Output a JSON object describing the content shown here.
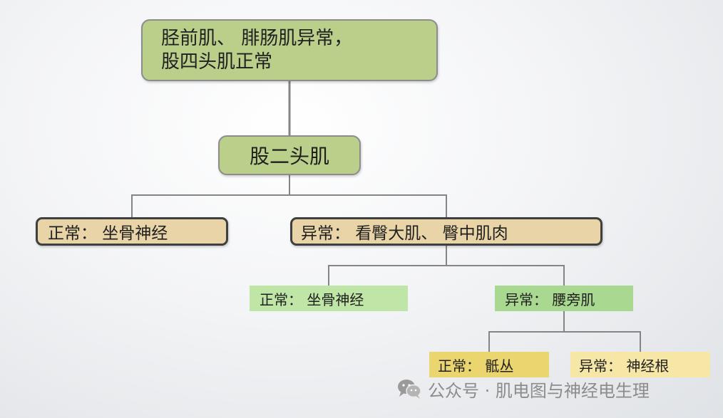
{
  "root": {
    "line1": "胫前肌、 腓肠肌异常，",
    "line2": "股四头肌正常"
  },
  "biceps": {
    "label": "股二头肌"
  },
  "level1": {
    "normal": "正常： 坐骨神经",
    "abnormal": "异常： 看臀大肌、 臀中肌肉"
  },
  "level2": {
    "normal": "正常： 坐骨神经",
    "abnormal": "异常： 腰旁肌"
  },
  "level3": {
    "normal": "正常： 骶丛",
    "abnormal": "异常： 神经根"
  },
  "watermark": {
    "text": "公众号 · 肌电图与神经电生理",
    "icon": "wechat-icon"
  },
  "colors": {
    "root_fill": "#b9cf8a",
    "tan_fill": "#e8d4a7",
    "light_green_fill": "#bfe6a6",
    "mid_green_fill": "#a9d990",
    "gold_fill": "#ebd56e",
    "cream_fill": "#f6e7a6",
    "connector": "#8c8c8c"
  }
}
